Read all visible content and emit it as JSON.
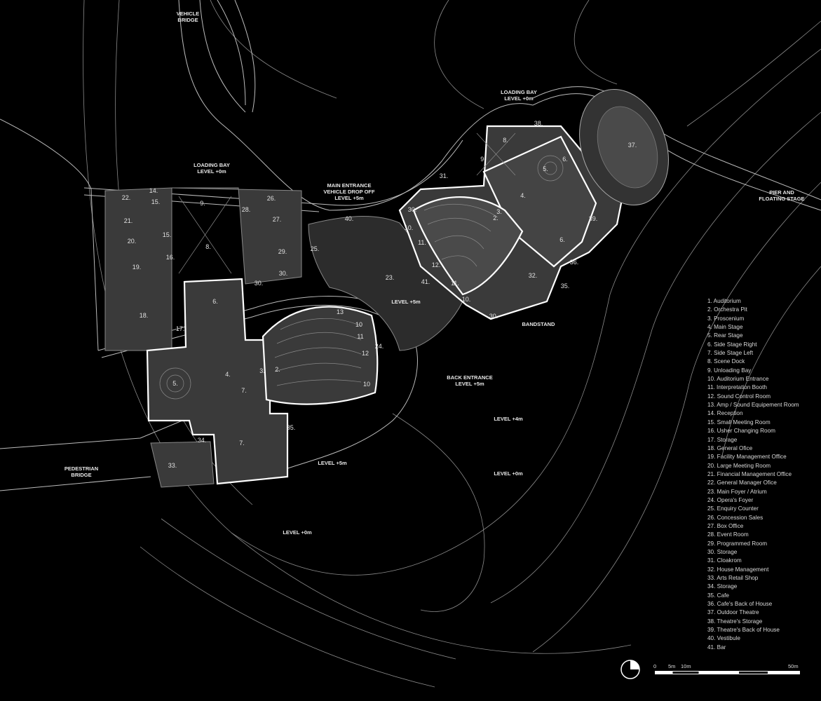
{
  "site_labels": {
    "vehicle_bridge": [
      "VEHICLE",
      "BRIDGE"
    ],
    "loading_bay_right": [
      "LOADING BAY",
      "LEVEL +0m"
    ],
    "loading_bay_left": [
      "LOADING BAY",
      "LEVEL +0m"
    ],
    "main_entrance": [
      "MAIN ENTRANCE",
      "VEHICLE DROP OFF",
      "LEVEL +5m"
    ],
    "pier": [
      "PIER AND",
      "FLOATING STAGE"
    ],
    "bandstand": "BANDSTAND",
    "back_entrance": [
      "BACK ENTRANCE",
      "LEVEL +5m"
    ],
    "foyer_level": "LEVEL +5m",
    "level_4": "LEVEL +4m",
    "level_0_right": "LEVEL +0m",
    "level_5_lower": "LEVEL +5m",
    "level_0_lower": "LEVEL +0m",
    "pedestrian_bridge": [
      "PEDESTRIAN",
      "BRIDGE"
    ]
  },
  "room_numbers": [
    "14.",
    "15.",
    "15.",
    "16.",
    "17.",
    "18.",
    "19.",
    "20.",
    "21.",
    "22.",
    "9.",
    "8.",
    "28.",
    "26.",
    "27.",
    "29.",
    "30.",
    "30.",
    "6.",
    "5.",
    "4.",
    "3.",
    "2.",
    "7.",
    "34.",
    "33.",
    "35.",
    "13",
    "10",
    "11",
    "12",
    "10",
    "24.",
    "25.",
    "23.",
    "41.",
    "40.",
    "31.",
    "30.",
    "10.",
    "11.",
    "12.",
    "11.",
    "10.",
    "30.",
    "2.",
    "3.",
    "4.",
    "5.",
    "6.",
    "6.",
    "8.",
    "9.",
    "38.",
    "37.",
    "39.",
    "32.",
    "36.",
    "35.",
    "7."
  ],
  "legend": [
    "1. Auditorium",
    "2. Orchestra Pit",
    "3. Proscenium",
    "4. Main Stage",
    "5. Rear Stage",
    "6. Side Stage Right",
    "7. Side Stage Left",
    "8. Scene Dock",
    "9. Unloading Bay",
    "10. Auditorium Entrance",
    "11. Interpretation Booth",
    "12. Sound Control Room",
    "13. Amp / Sound Equipement Room",
    "14. Reception",
    "15. Small Meeting Room",
    "16. Usher Changing Room",
    "17. Storage",
    "18. General Ofice",
    "19. Facility Management Office",
    "20. Large Meeting Room",
    "21. Financial Management Office",
    "22. General Manager Ofice",
    "23. Main Foyer / Atrium",
    "24. Opera's Foyer",
    "25. Enquiry Counter",
    "26. Concession Sales",
    "27. Box Office",
    "28. Event Room",
    "29. Programmed Room",
    "30. Storage",
    "31. Cloakrom",
    "32. House Management",
    "33. Arts Retail Shop",
    "34. Storage",
    "35. Cafe",
    "36. Cafe's Back of House",
    "37. Outdoor Theatre",
    "38. Theatre's Storage",
    "39. Theatre's Back of House",
    "40. Vestibule",
    "41. Bar"
  ],
  "scale_bar": {
    "ticks": [
      "0",
      "5m",
      "10m",
      "50m"
    ]
  },
  "colors": {
    "background": "#000000",
    "building": "#3a3a3a",
    "wall": "#ffffff",
    "line": "#9a9a9a"
  }
}
